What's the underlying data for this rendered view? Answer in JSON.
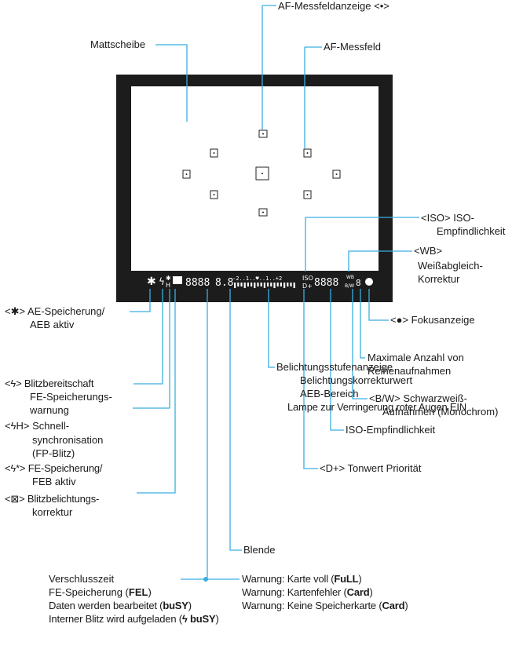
{
  "accent_color": "#3aaee0",
  "top": {
    "mattscheibe": "Mattscheibe",
    "af_anzeige": "AF-Messfeldanzeige <•>",
    "af_messfeld": "AF-Messfeld"
  },
  "viewfinder": {
    "lcd_left": "8888",
    "lcd_mid": "8.8",
    "scale": "-2..1..♥..1..+2",
    "iso": "ISO",
    "d": "D+",
    "lcd_right": "8888",
    "wb": "WB",
    "bw": "B/W",
    "burst": "8"
  },
  "right": {
    "iso1": "<ISO> ISO-",
    "iso2": "Empfindlichkeit",
    "wb1": "<WB>",
    "wb2": "Weißabgleich-",
    "wb3": "Korrektur",
    "fokus": "<●> Fokusanzeige",
    "max1": "Maximale Anzahl von",
    "max2": "Reihenaufnahmen",
    "bw1": "<B/W> Schwarzweiß-",
    "bw2": "Aufnahmen (Monochrom)",
    "isoempf": "ISO-Empfindlichkeit",
    "tonwert": "<D+> Tonwert Priorität"
  },
  "left": {
    "ae1": "<✱> AE-Speicherung/",
    "ae2": "AEB aktiv",
    "blitz1": "<ϟ> Blitzbereitschaft",
    "blitz2": "FE-Speicherungs-",
    "blitz3": "warnung",
    "sync1": "<ϟH> Schnell-",
    "sync2": "synchronisation",
    "sync3": "(FP-Blitz)",
    "fe1": "<ϟ*> FE-Speicherung/",
    "fe2": "FEB aktiv",
    "bk1": "<⊠> Blitzbelichtungs-",
    "bk2": "korrektur"
  },
  "center": {
    "bel1": "Belichtungsstufenanzeige",
    "bel2": "Belichtungskorrekturwert",
    "bel3": "AEB-Bereich",
    "bel4": "Lampe zur Verringerung roter Augen EIN",
    "blende": "Blende"
  },
  "bottom": {
    "vz1": "Verschlusszeit",
    "vz2_pre": "FE-Speicherung (",
    "vz2_b": "FEL",
    "vz2_post": ")",
    "vz3_pre": "Daten werden bearbeitet (",
    "vz3_b": "buSY",
    "vz3_post": ")",
    "vz4_pre": "Interner Blitz wird aufgeladen (",
    "vz4_b": "ϟ buSY",
    "vz4_post": ")",
    "w1_pre": "Warnung: Karte voll (",
    "w1_b": "FuLL",
    "w1_post": ")",
    "w2_pre": "Warnung: Kartenfehler (",
    "w2_b": "Card",
    "w2_post": ")",
    "w3_pre": "Warnung: Keine Speicherkarte (",
    "w3_b": "Card",
    "w3_post": ")"
  }
}
